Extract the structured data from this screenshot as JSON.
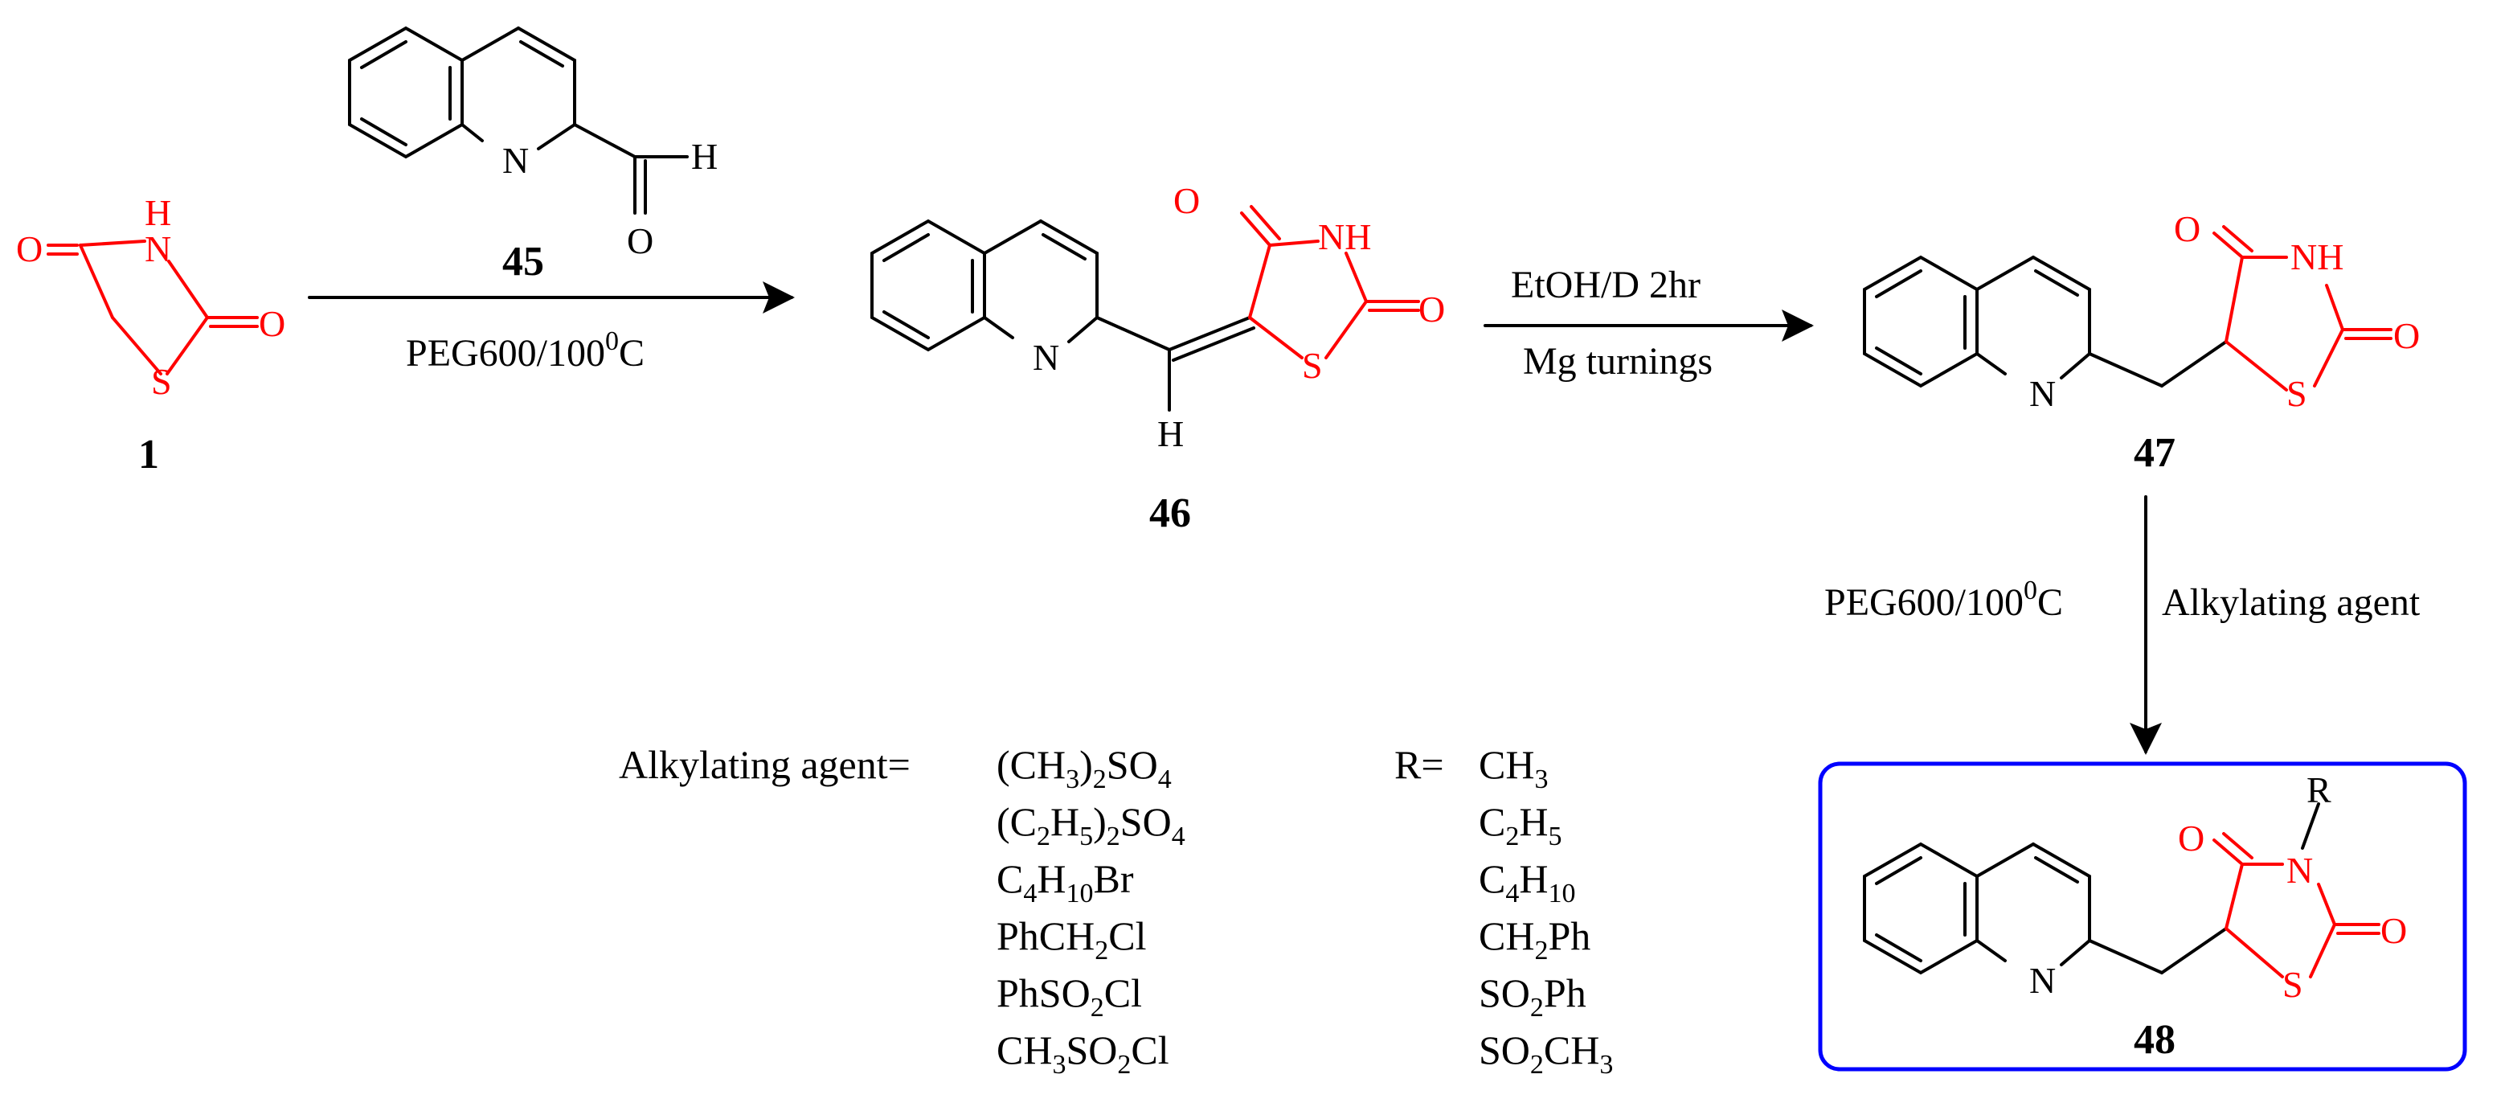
{
  "compounds": {
    "c1": {
      "label": "1",
      "atoms": {
        "O_carbonyl": "O",
        "NH_H": "H",
        "NH_N": "N",
        "O_exo": "O",
        "S": "S"
      }
    },
    "c45": {
      "label": "45",
      "atoms": {
        "N": "N",
        "H": "H",
        "O": "O"
      }
    },
    "c46": {
      "label": "46",
      "atoms": {
        "N": "N",
        "H": "H",
        "O1": "O",
        "NH": "NH",
        "O2": "O",
        "S": "S"
      }
    },
    "c47": {
      "label": "47",
      "atoms": {
        "N": "N",
        "O1": "O",
        "NH": "NH",
        "O2": "O",
        "S": "S"
      }
    },
    "c48": {
      "label": "48",
      "atoms": {
        "N": "N",
        "R": "R",
        "N_ring": "N",
        "O1": "O",
        "O2": "O",
        "S": "S"
      }
    }
  },
  "conditions": {
    "step1_reagent": "PEG600/100",
    "step1_sup": "0",
    "step1_unit": "C",
    "step2_top": "EtOH/D 2hr",
    "step2_bottom": "Mg turnings",
    "step3_left": "PEG600/100",
    "step3_sup": "0",
    "step3_unit": "C",
    "step3_right": "Alkylating agent"
  },
  "alkylation_table": {
    "agent_header": "Alkylating agent=",
    "r_header": "R=",
    "rows": [
      {
        "agent": [
          [
            "(CH",
            ""
          ],
          [
            "3",
            "sub"
          ],
          [
            ")",
            ""
          ],
          [
            "2",
            "sub"
          ],
          [
            "SO",
            ""
          ],
          [
            "4",
            "sub"
          ]
        ],
        "r": [
          [
            "CH",
            ""
          ],
          [
            "3",
            "sub"
          ]
        ]
      },
      {
        "agent": [
          [
            "(C",
            ""
          ],
          [
            "2",
            "sub"
          ],
          [
            "H",
            ""
          ],
          [
            "5",
            "sub"
          ],
          [
            ")",
            ""
          ],
          [
            "2",
            "sub"
          ],
          [
            "SO",
            ""
          ],
          [
            "4",
            "sub"
          ]
        ],
        "r": [
          [
            "C",
            ""
          ],
          [
            "2",
            "sub"
          ],
          [
            "H",
            ""
          ],
          [
            "5",
            "sub"
          ]
        ]
      },
      {
        "agent": [
          [
            "C",
            ""
          ],
          [
            "4",
            "sub"
          ],
          [
            "H",
            ""
          ],
          [
            "10",
            "sub"
          ],
          [
            "Br",
            ""
          ]
        ],
        "r": [
          [
            "C",
            ""
          ],
          [
            "4",
            "sub"
          ],
          [
            "H",
            ""
          ],
          [
            "10",
            "sub"
          ]
        ]
      },
      {
        "agent": [
          [
            "PhCH",
            ""
          ],
          [
            "2",
            "sub"
          ],
          [
            "Cl",
            ""
          ]
        ],
        "r": [
          [
            "CH",
            ""
          ],
          [
            "2",
            "sub"
          ],
          [
            "Ph",
            ""
          ]
        ]
      },
      {
        "agent": [
          [
            "PhSO",
            ""
          ],
          [
            "2",
            "sub"
          ],
          [
            "Cl",
            ""
          ]
        ],
        "r": [
          [
            "SO",
            ""
          ],
          [
            "2",
            "sub"
          ],
          [
            "Ph",
            ""
          ]
        ]
      },
      {
        "agent": [
          [
            "CH",
            ""
          ],
          [
            "3",
            "sub"
          ],
          [
            "SO",
            ""
          ],
          [
            "2",
            "sub"
          ],
          [
            "Cl",
            ""
          ]
        ],
        "r": [
          [
            "SO",
            ""
          ],
          [
            "2",
            "sub"
          ],
          [
            "CH",
            ""
          ],
          [
            "3",
            "sub"
          ]
        ]
      }
    ]
  },
  "colors": {
    "ring_highlight": "#ff0000",
    "structure": "#000000",
    "product_box": "#0000ff"
  }
}
